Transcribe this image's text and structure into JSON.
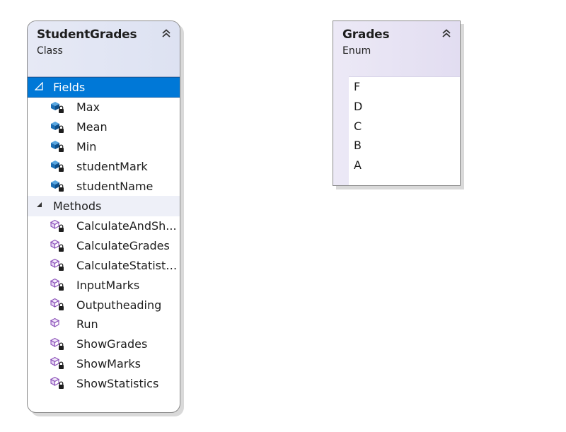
{
  "student_class": {
    "title": "StudentGrades",
    "subtitle": "Class",
    "fields_label": "Fields",
    "methods_label": "Methods",
    "fields": [
      "Max",
      "Mean",
      "Min",
      "studentMark",
      "studentName"
    ],
    "methods": [
      {
        "name": "CalculateAndSh...",
        "private": true
      },
      {
        "name": "CalculateGrades",
        "private": true
      },
      {
        "name": "CalculateStatisti...",
        "private": true
      },
      {
        "name": "InputMarks",
        "private": true
      },
      {
        "name": "Outputheading",
        "private": true
      },
      {
        "name": "Run",
        "private": false
      },
      {
        "name": "ShowGrades",
        "private": true
      },
      {
        "name": "ShowMarks",
        "private": true
      },
      {
        "name": "ShowStatistics",
        "private": true
      }
    ]
  },
  "grades_enum": {
    "title": "Grades",
    "subtitle": "Enum",
    "values": [
      "F",
      "D",
      "C",
      "B",
      "A"
    ]
  },
  "icons": {
    "collapse": "double-chevron-up-icon",
    "field": "private-field-icon",
    "method": "method-icon",
    "lock": "lock-icon"
  },
  "colors": {
    "selection": "#0078d7",
    "field_icon": "#1c6fb5",
    "method_icon": "#8a4fb8"
  }
}
